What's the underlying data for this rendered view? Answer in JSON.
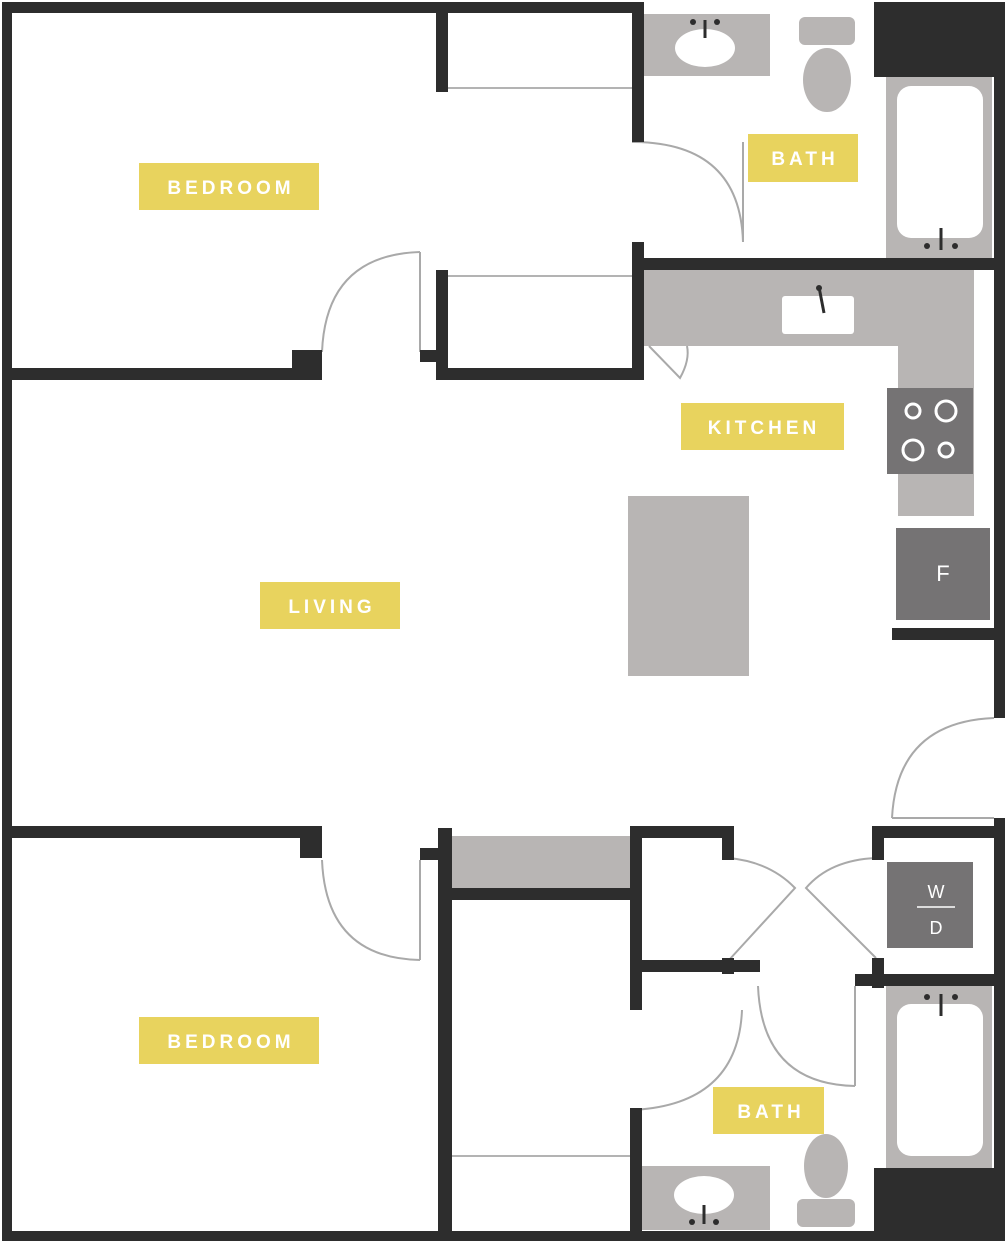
{
  "rooms": {
    "bedroom_top": "BEDROOM",
    "bath_top": "BATH",
    "kitchen": "KITCHEN",
    "living": "LIVING",
    "bedroom_bottom": "BEDROOM",
    "bath_bottom": "BATH"
  },
  "appliances": {
    "fridge": "F",
    "washer": "W",
    "dryer": "D"
  },
  "colors": {
    "wall": "#2d2d2d",
    "label_bg": "#e8d35e",
    "label_text": "#ffffff",
    "counter": "#b8b5b4",
    "appliance": "#757374"
  }
}
